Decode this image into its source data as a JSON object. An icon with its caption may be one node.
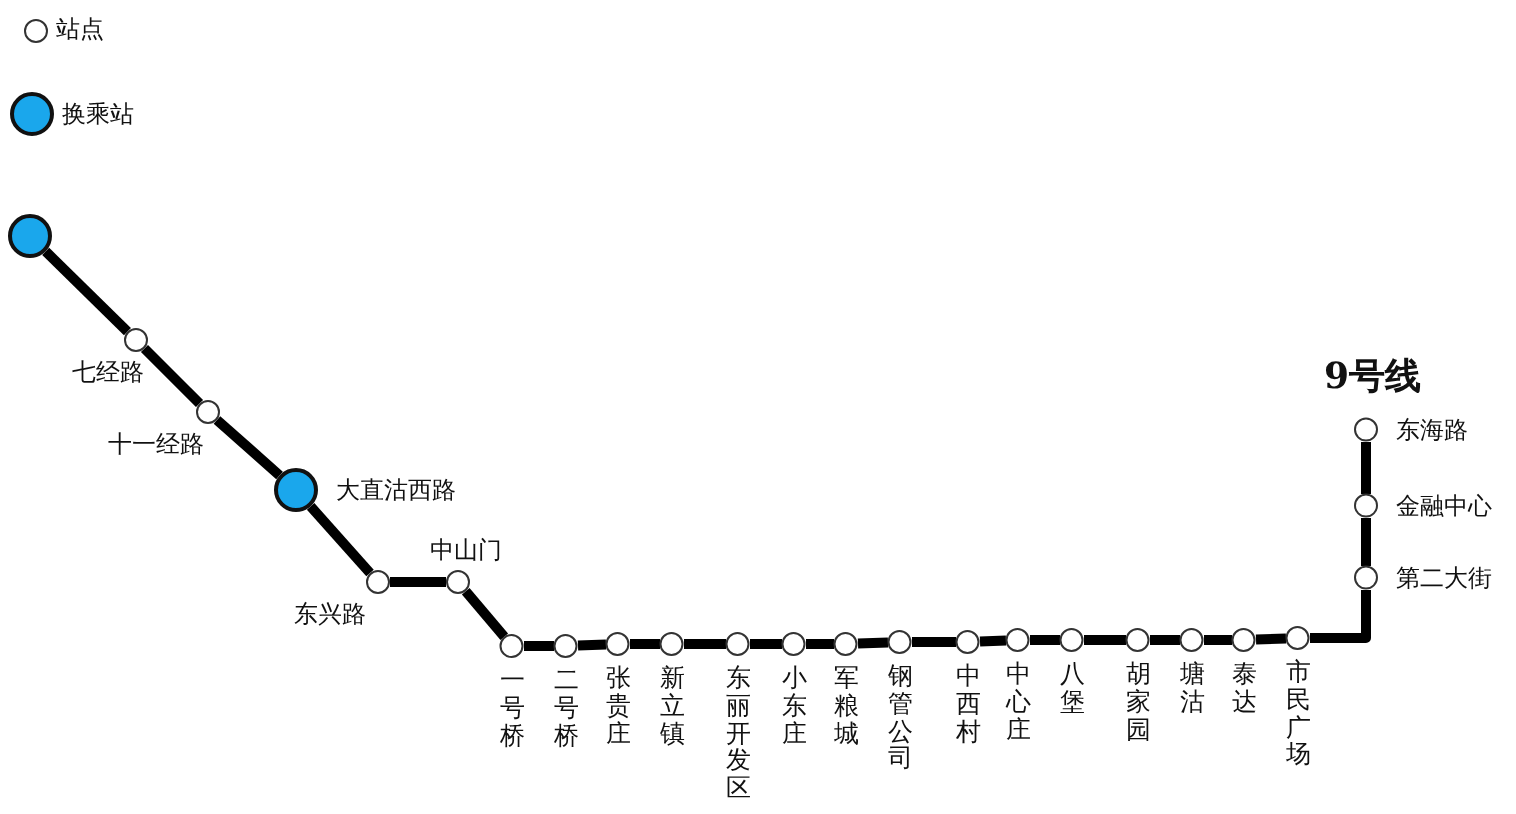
{
  "diagram": {
    "title": "9号线",
    "nodes": [
      {
        "text": [],
        "shape": "circle"
      },
      {
        "text": [
          "七经路"
        ]
      },
      {
        "text": [
          "十一经路"
        ]
      },
      {
        "text": [
          "大直沽西路"
        ]
      },
      {
        "text": [
          "东兴路"
        ]
      },
      {
        "text": [
          "中山门"
        ]
      },
      {
        "text": [
          "一号桥"
        ]
      },
      {
        "text": [
          "二号桥"
        ]
      },
      {
        "text": [
          "张贵庄"
        ]
      },
      {
        "text": [
          "新立镇"
        ]
      },
      {
        "text": [
          "东丽开发区"
        ]
      },
      {
        "text": [
          "小东庄"
        ]
      },
      {
        "text": [
          "军粮城"
        ]
      },
      {
        "text": [
          "钢管公司"
        ]
      },
      {
        "text": [
          "中西村"
        ]
      },
      {
        "text": [
          "中心庄"
        ]
      },
      {
        "text": [
          "八堡"
        ]
      },
      {
        "text": [
          "胡家园"
        ]
      },
      {
        "text": [
          "塘沽"
        ]
      },
      {
        "text": [
          "泰达"
        ]
      },
      {
        "text": [
          "市民广场"
        ]
      },
      {
        "text": [
          "第二大街"
        ]
      },
      {
        "text": [
          "金融中心"
        ]
      },
      {
        "text": [
          "东海路"
        ]
      }
    ],
    "edges": [
      {
        "from": 0,
        "to": 1,
        "arrow": "none"
      },
      {
        "from": 1,
        "to": 2,
        "arrow": "none"
      },
      {
        "from": 2,
        "to": 3,
        "arrow": "none"
      },
      {
        "from": 3,
        "to": 4,
        "arrow": "none"
      },
      {
        "from": 4,
        "to": 5,
        "arrow": "none"
      },
      {
        "from": 5,
        "to": 6,
        "arrow": "none"
      },
      {
        "from": 6,
        "to": 7,
        "arrow": "none"
      },
      {
        "from": 7,
        "to": 8,
        "arrow": "none"
      },
      {
        "from": 8,
        "to": 9,
        "arrow": "none"
      },
      {
        "from": 9,
        "to": 10,
        "arrow": "none"
      },
      {
        "from": 10,
        "to": 11,
        "arrow": "none"
      },
      {
        "from": 11,
        "to": 12,
        "arrow": "none"
      },
      {
        "from": 12,
        "to": 13,
        "arrow": "none"
      },
      {
        "from": 13,
        "to": 14,
        "arrow": "none"
      },
      {
        "from": 14,
        "to": 15,
        "arrow": "none"
      },
      {
        "from": 15,
        "to": 16,
        "arrow": "none"
      },
      {
        "from": 16,
        "to": 17,
        "arrow": "none"
      },
      {
        "from": 17,
        "to": 18,
        "arrow": "none"
      },
      {
        "from": 18,
        "to": 19,
        "arrow": "none"
      },
      {
        "from": 19,
        "to": 20,
        "arrow": "none"
      },
      {
        "from": 20,
        "to": 21,
        "arrow": "none"
      },
      {
        "from": 21,
        "to": 22,
        "arrow": "none"
      },
      {
        "from": 22,
        "to": 23,
        "arrow": "none"
      }
    ],
    "legend": [
      {
        "text": "站点"
      },
      {
        "text": "换乘站"
      }
    ]
  }
}
